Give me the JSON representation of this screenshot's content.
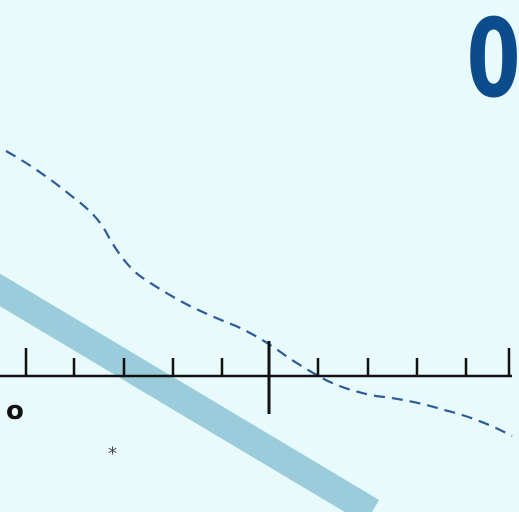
{
  "score": "0",
  "origin_label": "o",
  "spark_glyph": "⁎",
  "colors": {
    "background": "#E9FAFC",
    "score": "#0B4C8C",
    "ruler": "#111111",
    "dashed_path": "#2A5B9A",
    "beam": "#9ACCDB"
  },
  "icons": {
    "spark": "sparkle-icon",
    "beam": "light-beam",
    "path": "dashed-trajectory"
  }
}
